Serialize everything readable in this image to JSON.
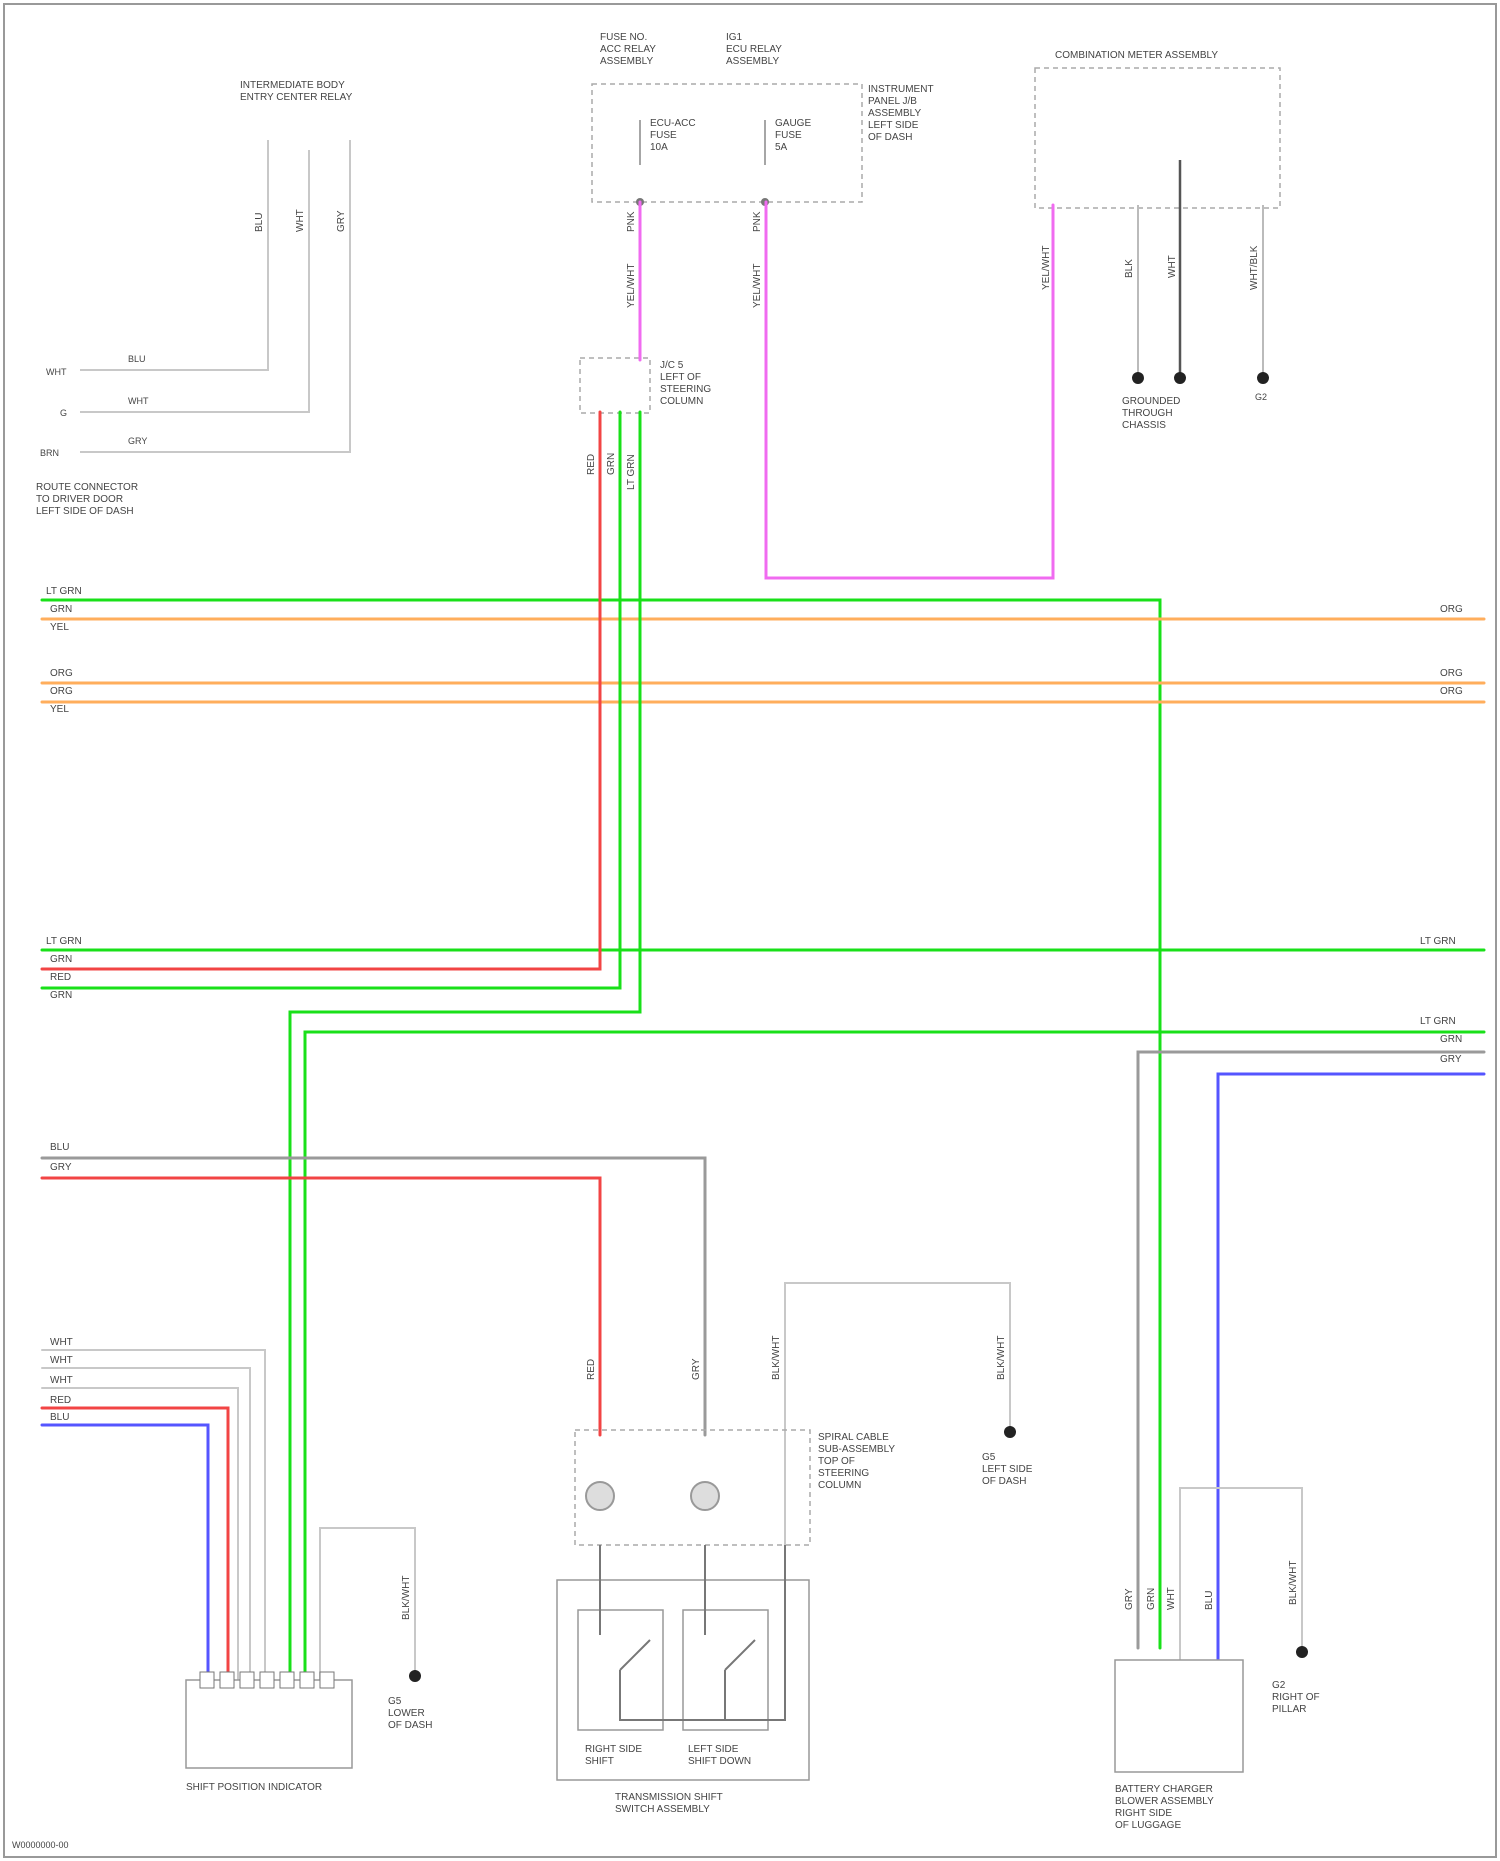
{
  "figure_id": "W0000000-00",
  "colors": {
    "green": "#19e019",
    "orange": "#ffae5c",
    "red": "#f24444",
    "pink": "#f06bf0",
    "blue": "#5555ff",
    "gray": "#9a9a9a",
    "dark": "#555555",
    "white_wire": "#c8c8c8"
  },
  "labels": {
    "ref_connector_left": "INTERMEDIATE BODY\nENTRY CENTER RELAY",
    "ref_connector_bottom": "ROUTE CONNECTOR\nTO DRIVER DOOR\nLEFT SIDE OF DASH",
    "relay_a": "FUSE NO.\nACC RELAY\nASSEMBLY",
    "relay_b": "IG1\nECU RELAY\nASSEMBLY",
    "instrument_panel": "INSTRUMENT\nPANEL J/B\nASSEMBLY\nLEFT SIDE\nOF DASH",
    "fuse_a": "ECU-ACC\nFUSE\n10A",
    "fuse_b": "GAUGE\nFUSE\n5A",
    "junction": "J/C 5\nLEFT OF\nSTEERING\nCOLUMN",
    "combination_meter": "COMBINATION METER ASSEMBLY",
    "meter_ground": "GROUNDED\nTHROUGH\nCHASSIS",
    "shift_lock": "SHIFT POSITION INDICATOR",
    "shift_ground": "G5\nLOWER\nOF DASH",
    "spiral_cable": "SPIRAL CABLE\nSUB-ASSEMBLY\nTOP OF\nSTEERING\nCOLUMN",
    "spiral_ground": "G5\nLEFT SIDE\nOF DASH",
    "paddle_assembly": "TRANSMISSION SHIFT\nSWITCH ASSEMBLY",
    "paddle_right": "RIGHT SIDE\nSHIFT",
    "paddle_left": "LEFT SIDE\nSHIFT DOWN",
    "battery_ecu": "BATTERY CHARGER\nBLOWER ASSEMBLY\nRIGHT SIDE\nOF LUGGAGE",
    "battery_ground": "G2\nRIGHT OF\nPILLAR"
  },
  "wire_labels": {
    "ref_wires": [
      "BLU",
      "WHT",
      "GRY"
    ],
    "ref_left_rows": [
      "WHT",
      "G",
      "BRN"
    ],
    "ref_left_texts": [
      "BLU",
      "WHT",
      "GRY"
    ],
    "yellow_label": "YEL/WHT",
    "lt_grn": "LT GRN",
    "grn": "GRN",
    "org": "ORG",
    "yel": "YEL",
    "red": "RED",
    "blu": "BLU",
    "blk": "BLK",
    "gry": "GRY",
    "wht": "WHT",
    "wht_blk": "WHT/BLK",
    "blk_ground": "BLK/WHT",
    "pnk": "PNK"
  }
}
